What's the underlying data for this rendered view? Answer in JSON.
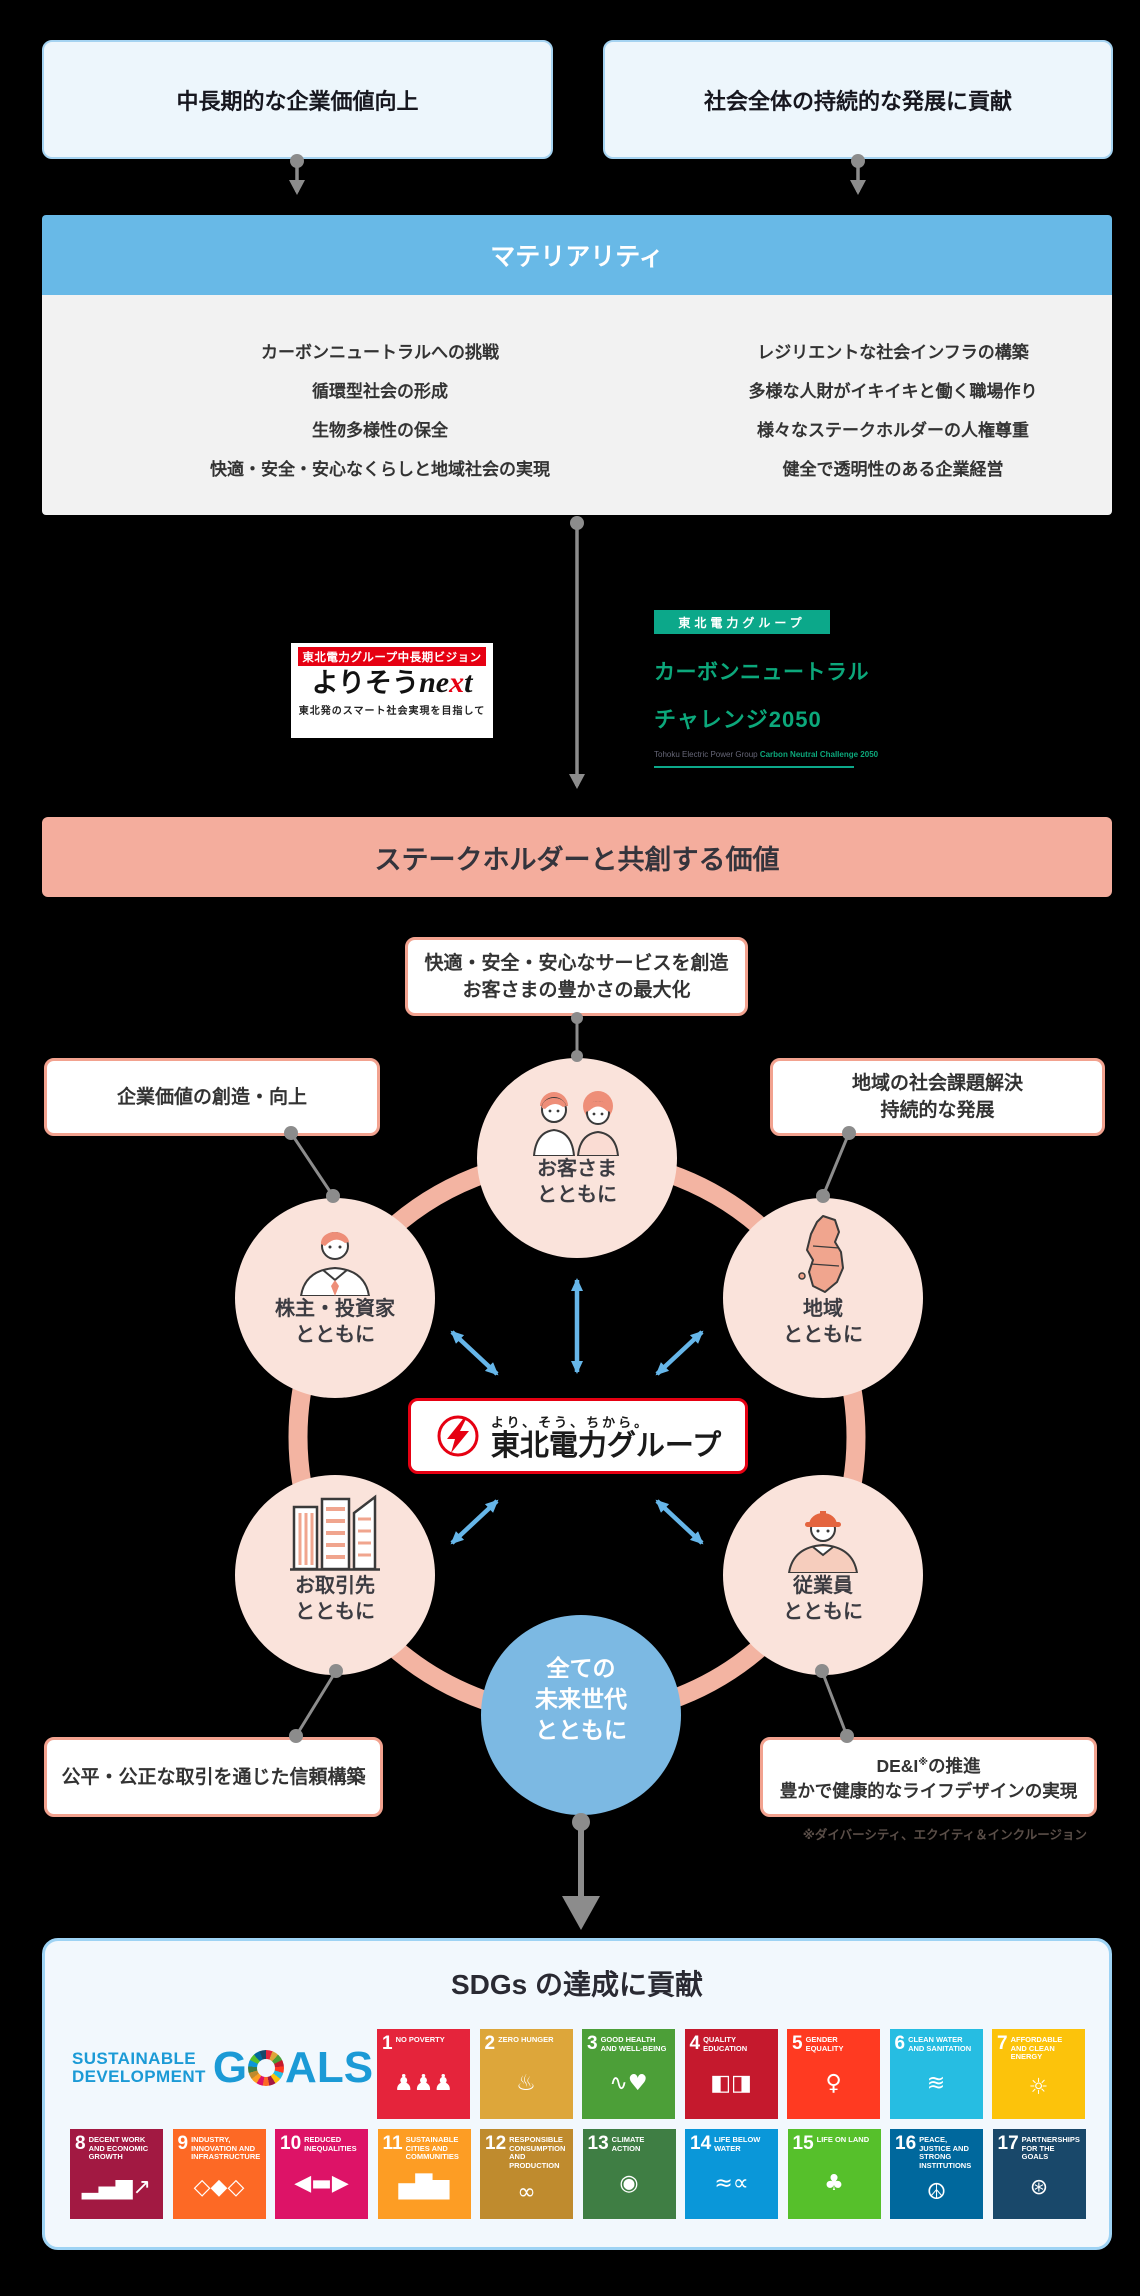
{
  "header_boxes": [
    {
      "label": "中長期的な企業価値向上"
    },
    {
      "label": "社会全体の持続的な発展に貢献"
    }
  ],
  "materiality": {
    "title": "マテリアリティ",
    "left_items": [
      "カーボンニュートラルへの挑戦",
      "循環型社会の形成",
      "生物多様性の保全",
      "快適・安全・安心なくらしと地域社会の実現"
    ],
    "right_items": [
      "レジリエントな社会インフラの構築",
      "多様な人財がイキイキと働く職場作り",
      "様々なステークホルダーの人権尊重",
      "健全で透明性のある企業経営"
    ]
  },
  "vision_logo": {
    "header": "東北電力グループ中長期ビジョン",
    "main": "よりそう",
    "next_pre": "ne",
    "next_x": "x",
    "next_post": "t",
    "tagline": "東北発のスマート社会実現を目指して"
  },
  "carbon_logo": {
    "badge": "東北電力グループ",
    "line1": "カーボンニュートラル",
    "line2": "チャレンジ2050",
    "caption_gray": "Tohoku Electric Power Group ",
    "caption_green": "Carbon Neutral Challenge 2050"
  },
  "banner": {
    "title": "ステークホルダーと共創する価値"
  },
  "callouts": {
    "customer_line1": "快適・安全・安心なサービスを創造",
    "customer_line2": "お客さまの豊かさの最大化",
    "shareholder": "企業価値の創造・向上",
    "region_line1": "地域の社会課題解決",
    "region_line2": "持続的な発展",
    "supplier": "公平・公正な取引を通じた信頼構築",
    "employee_pre": "DE&I",
    "employee_sup": "※",
    "employee_post": "の推進",
    "employee_line2": "豊かで健康的なライフデザインの実現",
    "note": "※ダイバーシティ、エクイティ＆インクルージョン"
  },
  "circles": {
    "customer": {
      "line1": "お客さま",
      "line2": "とともに"
    },
    "shareholder": {
      "line1": "株主・投資家",
      "line2": "とともに"
    },
    "region": {
      "line1": "地域",
      "line2": "とともに"
    },
    "supplier": {
      "line1": "お取引先",
      "line2": "とともに"
    },
    "employee": {
      "line1": "従業員",
      "line2": "とともに"
    },
    "future": {
      "line1": "全ての",
      "line2": "未来世代",
      "line3": "とともに"
    }
  },
  "center_logo": {
    "tagline": "より、そう、ちから。",
    "name": "東北電力グループ"
  },
  "sdgs": {
    "title": "SDGs の達成に貢献",
    "logo_line1": "SUSTAINABLE",
    "logo_line2": "DEVELOPMENT",
    "logo_goals_g": "G",
    "logo_goals_rest": "ALS",
    "tiles": [
      {
        "num": "1",
        "label": "NO POVERTY",
        "color": "#E5243B",
        "icon": "♟♟♟"
      },
      {
        "num": "2",
        "label": "ZERO HUNGER",
        "color": "#DDA63A",
        "icon": "♨"
      },
      {
        "num": "3",
        "label": "GOOD HEALTH AND WELL-BEING",
        "color": "#4C9F38",
        "icon": "∿♥"
      },
      {
        "num": "4",
        "label": "QUALITY EDUCATION",
        "color": "#C5192D",
        "icon": "◧◨"
      },
      {
        "num": "5",
        "label": "GENDER EQUALITY",
        "color": "#FF3A21",
        "icon": "♀"
      },
      {
        "num": "6",
        "label": "CLEAN WATER AND SANITATION",
        "color": "#26BDE2",
        "icon": "≋"
      },
      {
        "num": "7",
        "label": "AFFORDABLE AND CLEAN ENERGY",
        "color": "#FCC30B",
        "icon": "☼"
      },
      {
        "num": "8",
        "label": "DECENT WORK AND ECONOMIC GROWTH",
        "color": "#A21942",
        "icon": "▂▄▆↗"
      },
      {
        "num": "9",
        "label": "INDUSTRY, INNOVATION AND INFRASTRUCTURE",
        "color": "#FD6925",
        "icon": "◇◆◇"
      },
      {
        "num": "10",
        "label": "REDUCED INEQUALITIES",
        "color": "#DD1367",
        "icon": "◀▬▶"
      },
      {
        "num": "11",
        "label": "SUSTAINABLE CITIES AND COMMUNITIES",
        "color": "#FD9D24",
        "icon": "▅█▆"
      },
      {
        "num": "12",
        "label": "RESPONSIBLE CONSUMPTION AND PRODUCTION",
        "color": "#BF8B2E",
        "icon": "∞"
      },
      {
        "num": "13",
        "label": "CLIMATE ACTION",
        "color": "#3F7E44",
        "icon": "◉"
      },
      {
        "num": "14",
        "label": "LIFE BELOW WATER",
        "color": "#0A97D9",
        "icon": "≈∝"
      },
      {
        "num": "15",
        "label": "LIFE ON LAND",
        "color": "#56C02B",
        "icon": "♣"
      },
      {
        "num": "16",
        "label": "PEACE, JUSTICE AND STRONG INSTITUTIONS",
        "color": "#00689D",
        "icon": "☮"
      },
      {
        "num": "17",
        "label": "PARTNERSHIPS FOR THE GOALS",
        "color": "#19486A",
        "icon": "⊛"
      }
    ]
  },
  "colors": {
    "materiality_header": "#68b9e7",
    "banner_salmon": "#f4ad9d",
    "ring_salmon": "#f3b4a2",
    "circle_pink": "#fae3db",
    "future_blue": "#7cb9e3",
    "arrow_blue": "#66b6e9",
    "arrow_gray": "#8c8c8c",
    "accent_red": "#e60012",
    "brand_green": "#0ca88a",
    "sdg_blue": "#1b9ad6"
  }
}
